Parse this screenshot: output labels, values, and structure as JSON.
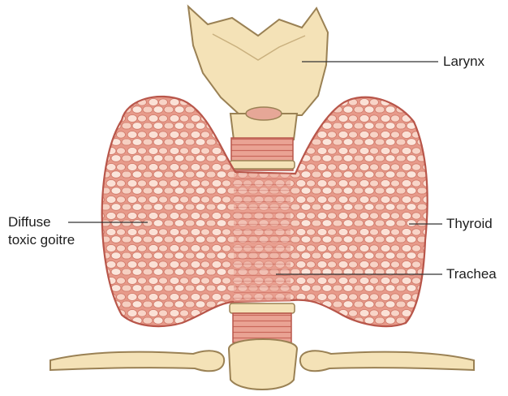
{
  "labels": {
    "larynx": "Larynx",
    "thyroid": "Thyroid",
    "trachea": "Trachea",
    "goitre_line1": "Diffuse",
    "goitre_line2": "toxic goitre"
  },
  "colors": {
    "bone": "#f3e1b5",
    "bone_stroke": "#9a8154",
    "gland": "#e89c8c",
    "gland_stroke": "#b8564a",
    "nodule": "#fbe2d8",
    "ring": "#d9786c",
    "leader": "#333333"
  }
}
